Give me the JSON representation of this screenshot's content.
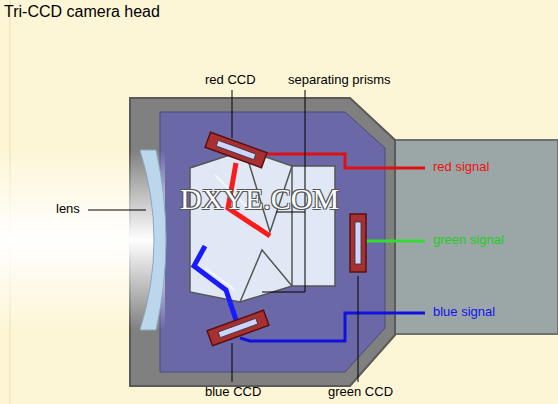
{
  "diagram": {
    "title": "Tri-CCD camera head",
    "labels": [
      "red CCD",
      "separating prisms",
      "lens",
      "red signal",
      "green signal",
      "blue signal",
      "blue CCD",
      "green CCD",
      "DXYE.COM"
    ]
  }
}
